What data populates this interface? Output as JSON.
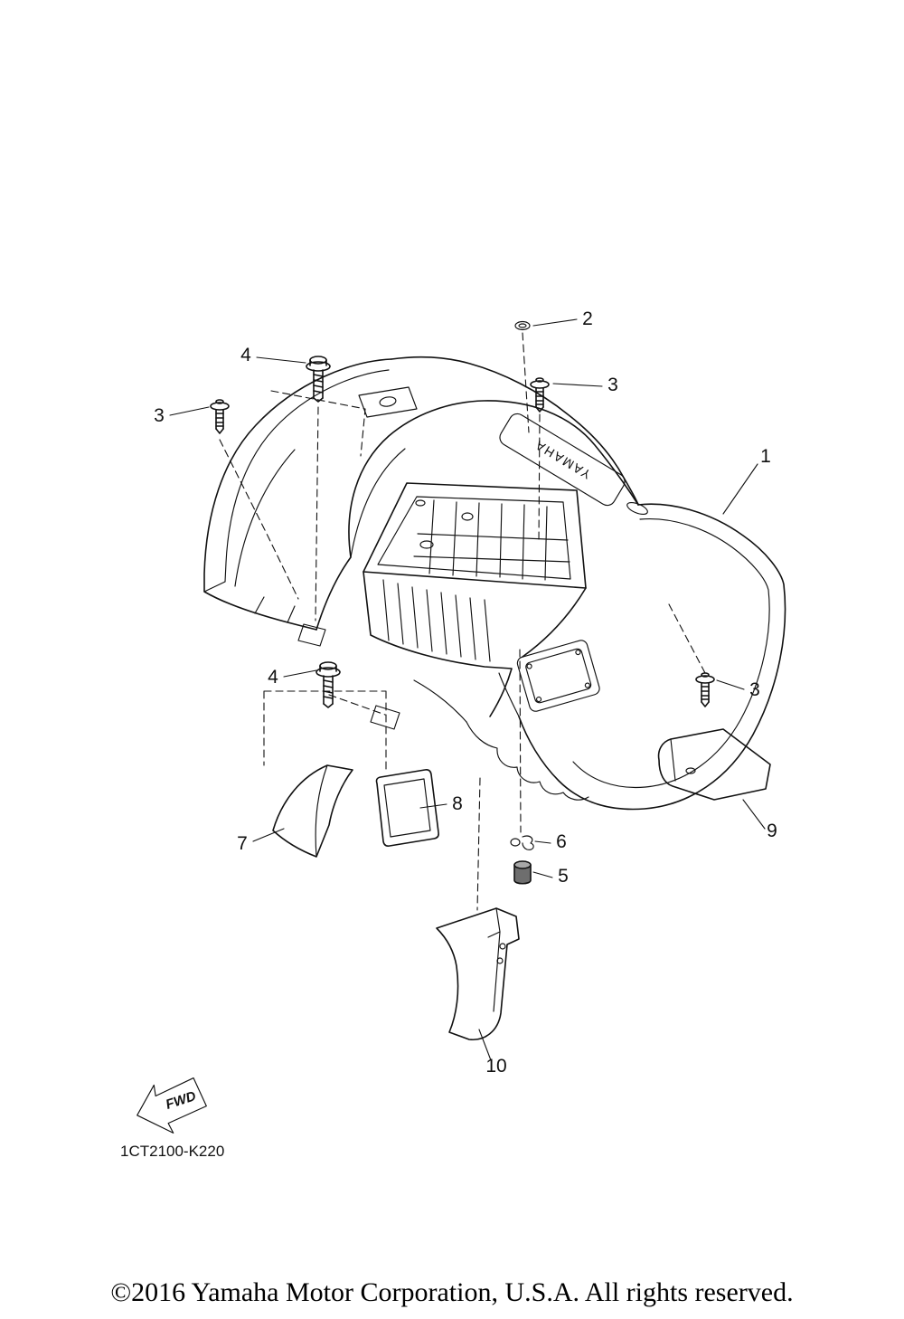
{
  "diagram": {
    "fender_logo": "YAMAHA",
    "fwd_label": "FWD",
    "part_code": "1CT2100-K220",
    "callouts": [
      {
        "label": "2"
      },
      {
        "label": "4"
      },
      {
        "label": "3"
      },
      {
        "label": "3"
      },
      {
        "label": "1"
      },
      {
        "label": "4"
      },
      {
        "label": "3"
      },
      {
        "label": "8"
      },
      {
        "label": "7"
      },
      {
        "label": "6"
      },
      {
        "label": "5"
      },
      {
        "label": "9"
      },
      {
        "label": "10"
      }
    ],
    "colors": {
      "ink": "#111111",
      "shade_dark": "#6e6e6e",
      "shade_light": "#a8a8a8",
      "background": "#ffffff"
    }
  },
  "footer": {
    "copyright": "©2016 Yamaha Motor Corporation, U.S.A. All rights reserved."
  }
}
